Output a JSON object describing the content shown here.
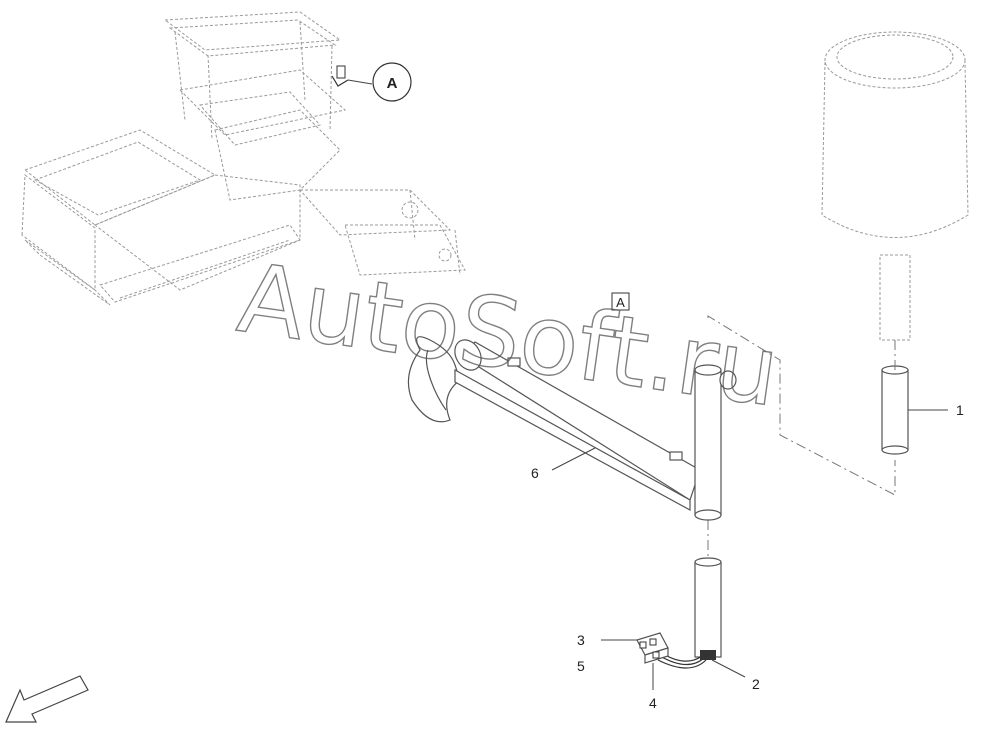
{
  "detail_box_label": "A",
  "detail_callout_label": "A",
  "watermark": "AutoSoft.ru",
  "callouts": {
    "c1": "1",
    "c2": "2",
    "c3": "3",
    "c4": "4",
    "c5": "5",
    "c6": "6"
  },
  "icons": {
    "orientation_arrow": "direction-arrow-icon"
  }
}
